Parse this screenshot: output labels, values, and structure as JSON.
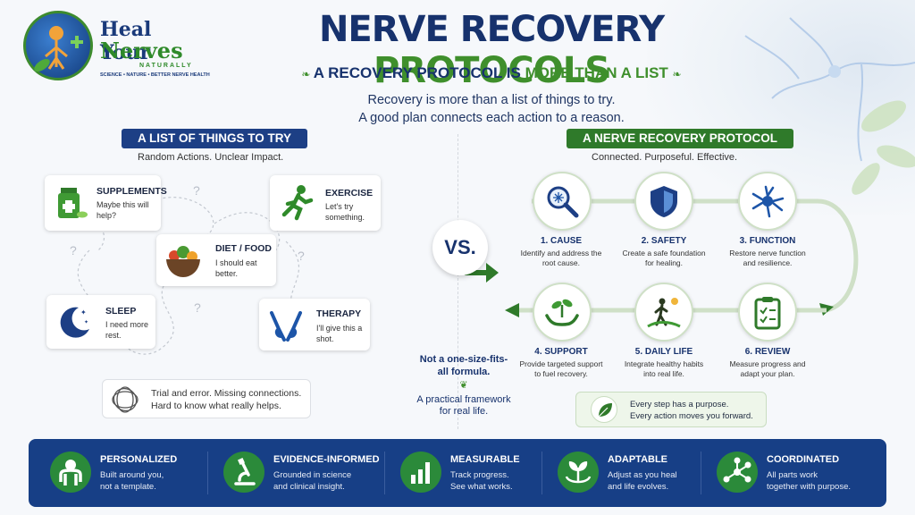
{
  "logo": {
    "name_line1": "Heal Your",
    "name_line2": "Nerves",
    "name_sub": "NATURALLY",
    "tagline": "SCIENCE • NATURE • BETTER NERVE HEALTH"
  },
  "header": {
    "title_part1": "NERVE RECOVERY",
    "title_part2": "PROTOCOLS",
    "subtitle_part1": "A RECOVERY PROTOCOL IS",
    "subtitle_part2": "MORE THAN A LIST",
    "intro_line1": "Recovery is more than a list of things to try.",
    "intro_line2": "A good plan connects each action to a reason."
  },
  "left": {
    "heading": "A LIST OF THINGS TO TRY",
    "caption": "Random Actions. Unclear Impact.",
    "cards": [
      {
        "title": "SUPPLEMENTS",
        "text": "Maybe this will help?",
        "icon": "supplement-bottle-icon"
      },
      {
        "title": "EXERCISE",
        "text": "Let's try something.",
        "icon": "running-person-icon"
      },
      {
        "title": "DIET / FOOD",
        "text": "I should eat better.",
        "icon": "food-bowl-icon"
      },
      {
        "title": "SLEEP",
        "text": "I need more rest.",
        "icon": "moon-icon"
      },
      {
        "title": "THERAPY",
        "text": "I'll give this a shot.",
        "icon": "praying-hands-icon"
      }
    ],
    "trial_line1": "Trial and error. Missing connections.",
    "trial_line2": "Hard to know what really helps.",
    "qmark": "?"
  },
  "vs": "VS.",
  "note": {
    "line1": "Not a one-size-fits-all formula.",
    "line2": "A practical framework for real life."
  },
  "right": {
    "heading": "A NERVE RECOVERY PROTOCOL",
    "caption": "Connected. Purposeful. Effective.",
    "steps": [
      {
        "title": "1. CAUSE",
        "text": "Identify and address the root cause.",
        "icon": "magnifier-icon"
      },
      {
        "title": "2. SAFETY",
        "text": "Create a safe foundation for healing.",
        "icon": "shield-icon"
      },
      {
        "title": "3. FUNCTION",
        "text": "Restore nerve function and resilience.",
        "icon": "neuron-icon"
      },
      {
        "title": "4. SUPPORT",
        "text": "Provide targeted support to fuel recovery.",
        "icon": "plant-hands-icon"
      },
      {
        "title": "5. DAILY LIFE",
        "text": "Integrate healthy habits into real life.",
        "icon": "walking-person-icon"
      },
      {
        "title": "6. REVIEW",
        "text": "Measure progress and adapt your plan.",
        "icon": "clipboard-icon"
      }
    ],
    "purpose_line1": "Every step has a purpose.",
    "purpose_line2": "Every action moves you forward."
  },
  "footer": [
    {
      "title": "PERSONALIZED",
      "line1": "Built around you,",
      "line2": "not a template.",
      "icon": "person-icon"
    },
    {
      "title": "EVIDENCE-INFORMED",
      "line1": "Grounded in science",
      "line2": "and clinical insight.",
      "icon": "microscope-icon"
    },
    {
      "title": "MEASURABLE",
      "line1": "Track progress.",
      "line2": "See what works.",
      "icon": "bar-chart-icon"
    },
    {
      "title": "ADAPTABLE",
      "line1": "Adjust as you heal",
      "line2": "and life evolves.",
      "icon": "leaf-cycle-icon"
    },
    {
      "title": "COORDINATED",
      "line1": "All parts work",
      "line2": "together with purpose.",
      "icon": "network-icon"
    }
  ],
  "colors": {
    "navy": "#17326d",
    "green": "#3f8f2c",
    "footer_bg": "#173f86"
  }
}
